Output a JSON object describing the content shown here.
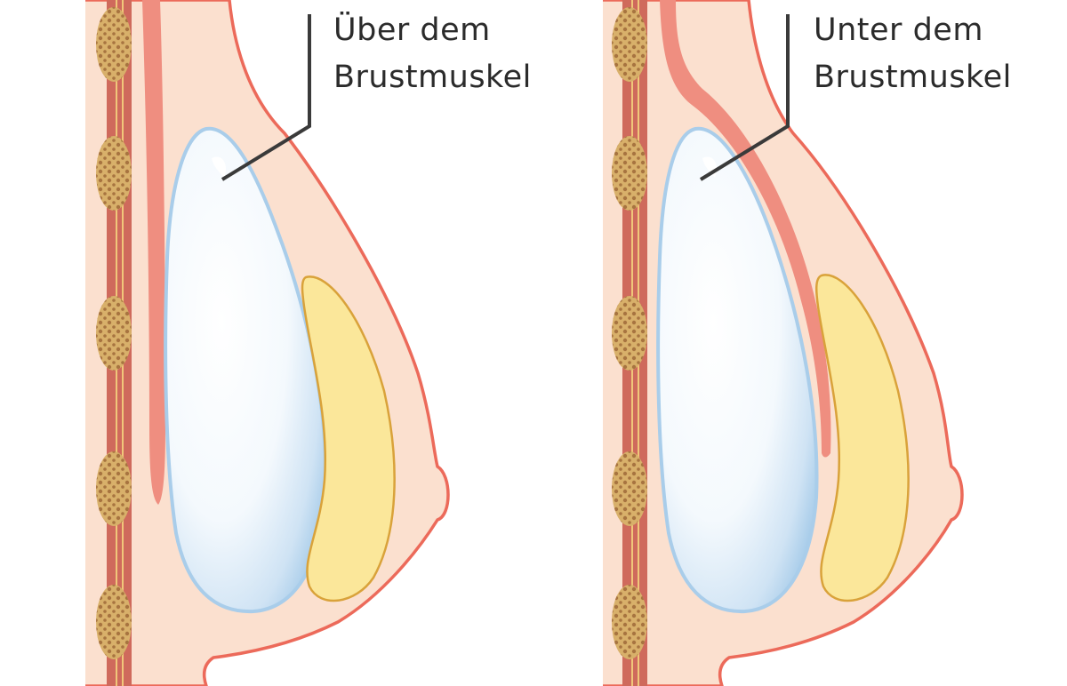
{
  "panels": [
    {
      "id": "above-muscle",
      "label_line1": "Über dem",
      "label_line2": "Brustmuskel"
    },
    {
      "id": "below-muscle",
      "label_line1": "Unter dem",
      "label_line2": "Brustmuskel"
    }
  ],
  "colors": {
    "skin": "#fbe0cf",
    "skin_outline": "#ec6a5a",
    "muscle": "#ef8e80",
    "rib_bar": "#cf6a5c",
    "rib_line": "#f0c77a",
    "rib_blob": "#d8b06a",
    "rib_dot": "#a77440",
    "implant_edge": "#a9cdea",
    "implant_center": "#ffffff",
    "fat_fill": "#fbe79a",
    "fat_outline": "#d9a23a",
    "callout_line": "#3a3a3a"
  }
}
